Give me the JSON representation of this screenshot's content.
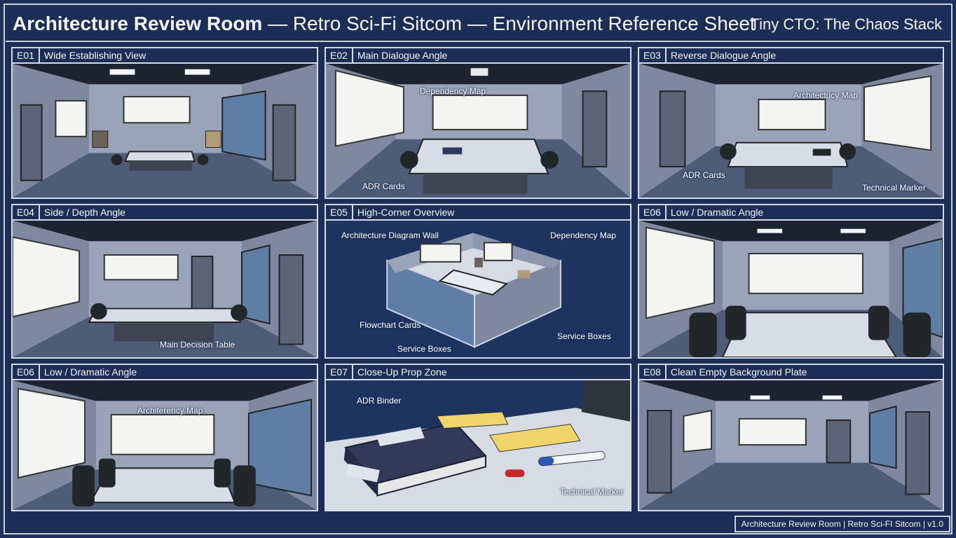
{
  "header": {
    "title_bold": "Architecture Review Room",
    "title_rest": " — Retro Sci-Fi Sitcom — Environment Reference Sheet",
    "series": "Tiny CTO: The Chaos Stack"
  },
  "panels": [
    {
      "code": "E01",
      "name": "Wide Establishing View",
      "callouts": []
    },
    {
      "code": "E02",
      "name": "Main Dialogue Angle",
      "callouts": [
        "Dependency Map",
        "ADR Cards"
      ]
    },
    {
      "code": "E03",
      "name": "Reverse Dialogue Angle",
      "callouts": [
        "Architectucy Map",
        "ADR Cards",
        "Technical Marker"
      ]
    },
    {
      "code": "E04",
      "name": "Side / Depth Angle",
      "callouts": [
        "Main Decision Table"
      ]
    },
    {
      "code": "E05",
      "name": "High-Corner Overview",
      "callouts": [
        "Architecture Diagram Wall",
        "Dependency Map",
        "Flowchart Cards",
        "Service Boxes",
        "Service Boxes"
      ]
    },
    {
      "code": "E06",
      "name": "Low / Dramatic Angle",
      "callouts": []
    },
    {
      "code": "E06",
      "name": "Low / Dramatic Angle",
      "callouts": [
        "Architerency Map"
      ]
    },
    {
      "code": "E07",
      "name": "Close-Up Prop Zone",
      "callouts": [
        "ADR Binder",
        "Technical Marker",
        "ADR"
      ]
    },
    {
      "code": "E08",
      "name": "Clean Empty Background Plate",
      "callouts": []
    }
  ],
  "footer": "Architecture Review Room | Retro Sci-FI Sitcom | v1.0",
  "colors": {
    "background": "#1c2e55",
    "panel_border": "#d5dbe6",
    "wall": "#8c97ad",
    "ceiling": "#1d2330",
    "floor": "#4d5d78",
    "whiteboard": "#f4f5f2",
    "sticky_note": "#f0d66a",
    "binder": "#323a5c"
  }
}
